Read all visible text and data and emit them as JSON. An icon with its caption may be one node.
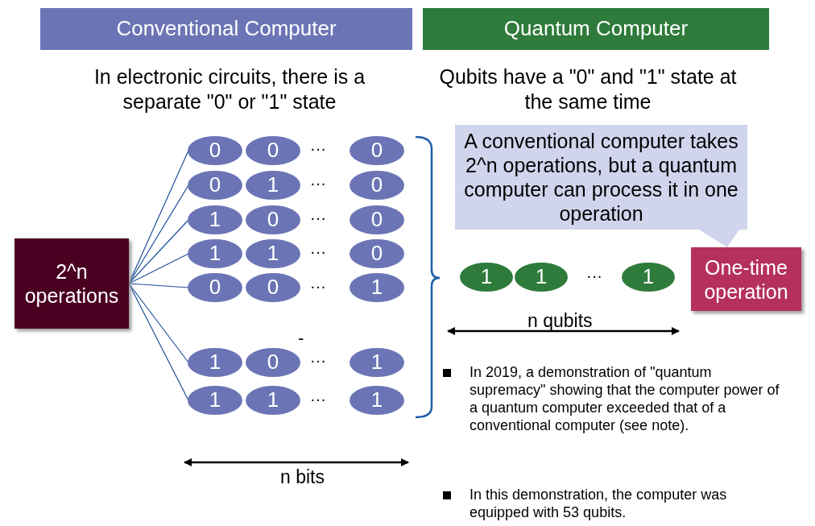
{
  "diagram": {
    "nodes": [
      {
        "text": [
          "Conventional Computer"
        ]
      },
      {
        "text": [
          "Quantum Computer"
        ]
      },
      {
        "text": [
          "2^n operations"
        ]
      },
      {
        "text": [
          "0"
        ]
      },
      {
        "text": [
          "0"
        ]
      },
      {
        "text": [
          "0"
        ]
      },
      {
        "text": [
          "0"
        ]
      },
      {
        "text": [
          "1"
        ]
      },
      {
        "text": [
          "0"
        ]
      },
      {
        "text": [
          "1"
        ]
      },
      {
        "text": [
          "0"
        ]
      },
      {
        "text": [
          "0"
        ]
      },
      {
        "text": [
          "1"
        ]
      },
      {
        "text": [
          "1"
        ]
      },
      {
        "text": [
          "0"
        ]
      },
      {
        "text": [
          "0"
        ]
      },
      {
        "text": [
          "0"
        ]
      },
      {
        "text": [
          "1"
        ]
      },
      {
        "text": [
          "1"
        ]
      },
      {
        "text": [
          "0"
        ]
      },
      {
        "text": [
          "1"
        ]
      },
      {
        "text": [
          "1"
        ]
      },
      {
        "text": [
          "1"
        ]
      },
      {
        "text": [
          "1"
        ]
      },
      {
        "text": [
          "A conventional computer takes 2^n operations, but a quantum computer can process it in one operation"
        ]
      },
      {
        "text": [
          "1"
        ]
      },
      {
        "text": [
          "1"
        ]
      },
      {
        "text": [
          "1"
        ]
      },
      {
        "text": [
          "One-time operation"
        ]
      }
    ],
    "edges": [
      {
        "from": 2,
        "to": 3,
        "arrow": "none"
      },
      {
        "from": 2,
        "to": 6,
        "arrow": "none"
      },
      {
        "from": 2,
        "to": 9,
        "arrow": "none"
      },
      {
        "from": 2,
        "to": 12,
        "arrow": "none"
      },
      {
        "from": 2,
        "to": 15,
        "arrow": "none"
      },
      {
        "from": 2,
        "to": 18,
        "arrow": "none"
      },
      {
        "from": 2,
        "to": 21,
        "arrow": "none"
      },
      {
        "from": 24,
        "to": 28,
        "arrow": "none"
      }
    ],
    "labels": [
      "In electronic circuits, there is a separate \"0\" or \"1\" state",
      "Qubits have a \"0\" and \"1\" state at the same time",
      "···",
      "···",
      "···",
      "···",
      "···",
      "-",
      "···",
      "···",
      "···",
      "n qubits",
      "In 2019, a demonstration of \"quantum supremacy\" showing that the computer power of a quantum computer exceeded that of a conventional computer (see note).",
      "In this demonstration, the computer was equipped with 53 qubits.",
      "n bits"
    ]
  }
}
